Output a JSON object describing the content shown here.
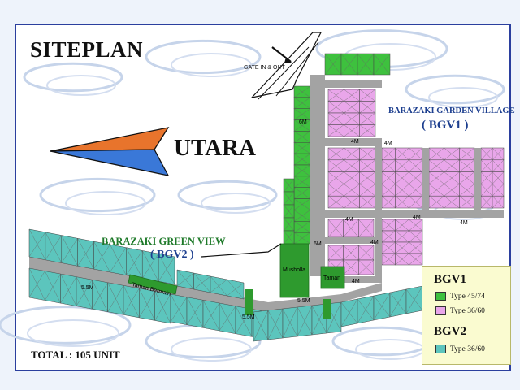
{
  "title": "SITEPLAN",
  "compass": {
    "label": "UTARA",
    "colors": [
      "#e8742c",
      "#3a78d8"
    ]
  },
  "gate_label": "GATE IN & OUT",
  "bgv1": {
    "name": "BARAZAKI GARDEN VILLAGE",
    "code": "( BGV1 )"
  },
  "bgv2": {
    "name": "BARAZAKI GREEN VIEW",
    "code": "( BGV2 )"
  },
  "total": "TOTAL : 105 UNIT",
  "road_labels": [
    "6M",
    "4M",
    "4M",
    "4M",
    "4M",
    "4M",
    "6M",
    "4M",
    "4M",
    "5.5M",
    "5.5M",
    "5.5M"
  ],
  "areas": [
    "Musholla",
    "Taman",
    "Taman Bermain"
  ],
  "legend": {
    "groups": [
      {
        "heading": "BGV1",
        "items": [
          {
            "label": "Type 45/74",
            "color": "#3ec13e"
          },
          {
            "label": "Type 36/60",
            "color": "#e9a6ea"
          }
        ]
      },
      {
        "heading": "BGV2",
        "items": [
          {
            "label": "Type 36/60",
            "color": "#5cc5bd"
          }
        ]
      }
    ]
  },
  "colors": {
    "green_lot": "#3ec13e",
    "pink_lot": "#e9a6ea",
    "teal_lot": "#5cc5bd",
    "park": "#2e9a2e",
    "road": "#a3a3a3",
    "frame": "#2b3f9e"
  }
}
